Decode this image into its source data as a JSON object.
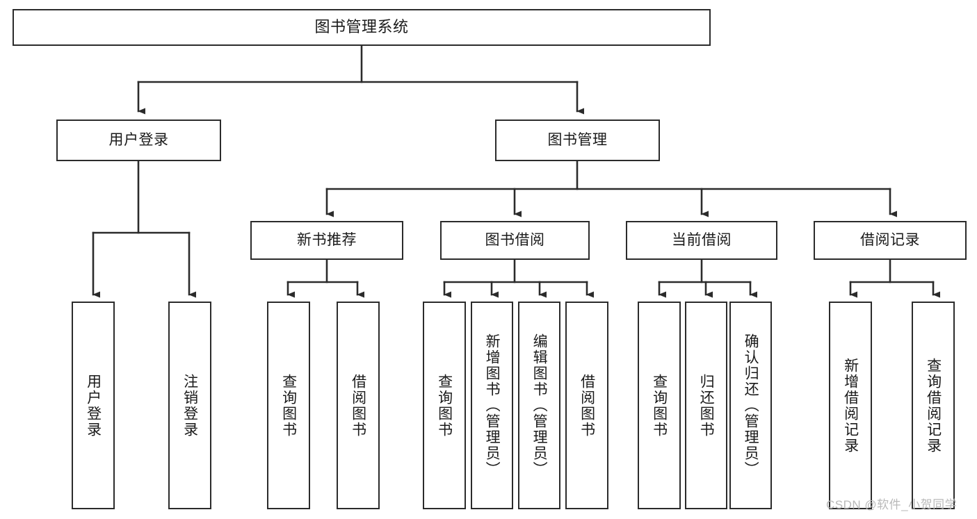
{
  "diagram": {
    "type": "tree-hierarchy",
    "title": "图书管理系统",
    "watermark": "CSDN @软件_小贺同学",
    "colors": {
      "stroke": "#2b2b2b",
      "fill": "#ffffff",
      "text": "#1a1a1a",
      "watermark": "#b9b9b9"
    },
    "nodes": {
      "root": {
        "label": "图书管理系统",
        "level": 1
      },
      "l2": [
        {
          "id": "user-login",
          "label": "用户登录",
          "level": 2
        },
        {
          "id": "book-manage",
          "label": "图书管理",
          "level": 2
        }
      ],
      "l3": [
        {
          "id": "new-book-recommend",
          "label": "新书推荐",
          "level": 3,
          "parent": "book-manage"
        },
        {
          "id": "book-borrow",
          "label": "图书借阅",
          "level": 3,
          "parent": "book-manage"
        },
        {
          "id": "current-borrow",
          "label": "当前借阅",
          "level": 3,
          "parent": "book-manage"
        },
        {
          "id": "borrow-record",
          "label": "借阅记录",
          "level": 3,
          "parent": "book-manage"
        }
      ],
      "leaves": [
        {
          "id": "leaf-user-login",
          "label": "用户登录",
          "parent": "user-login"
        },
        {
          "id": "leaf-user-logout",
          "label": "注销登录",
          "parent": "user-login"
        },
        {
          "id": "leaf-query-book-1",
          "label": "查询图书",
          "parent": "new-book-recommend"
        },
        {
          "id": "leaf-borrow-book-1",
          "label": "借阅图书",
          "parent": "new-book-recommend"
        },
        {
          "id": "leaf-query-book-2",
          "label": "查询图书",
          "parent": "book-borrow"
        },
        {
          "id": "leaf-add-book",
          "label": "新增图书（管理员）",
          "parent": "book-borrow"
        },
        {
          "id": "leaf-edit-book",
          "label": "编辑图书（管理员）",
          "parent": "book-borrow"
        },
        {
          "id": "leaf-borrow-book-2",
          "label": "借阅图书",
          "parent": "book-borrow"
        },
        {
          "id": "leaf-query-book-3",
          "label": "查询图书",
          "parent": "current-borrow"
        },
        {
          "id": "leaf-return-book",
          "label": "归还图书",
          "parent": "current-borrow"
        },
        {
          "id": "leaf-confirm-return",
          "label": "确认归还（管理员）",
          "parent": "current-borrow"
        },
        {
          "id": "leaf-add-record",
          "label": "新增借阅记录",
          "parent": "borrow-record"
        },
        {
          "id": "leaf-query-record",
          "label": "查询借阅记录",
          "parent": "borrow-record"
        }
      ]
    }
  }
}
